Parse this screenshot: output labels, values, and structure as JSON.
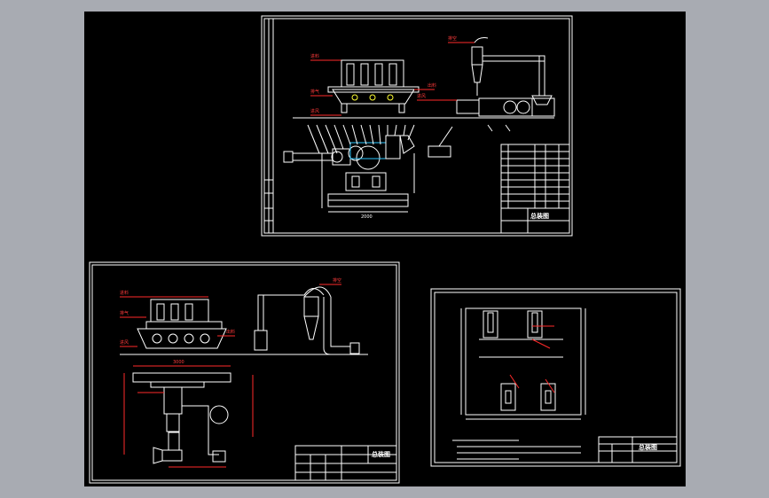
{
  "sheets": [
    {
      "id": "sheet-assembly",
      "title_block_name": "总装图"
    },
    {
      "id": "sheet-layout",
      "title_block_name": "总装图"
    },
    {
      "id": "sheet-foundation",
      "title_block_name": "总装图"
    }
  ],
  "dimensions": {
    "assembly_width": "2000",
    "layout_width": "3000"
  },
  "colors": {
    "background": "#000000",
    "screen_bg": "#a8abb2",
    "line": "#ffffff",
    "dimension": "#ff2a2a",
    "accent_yellow": "#ffff33",
    "accent_cyan": "#2ec9ff",
    "accent_green": "#33ff55"
  }
}
